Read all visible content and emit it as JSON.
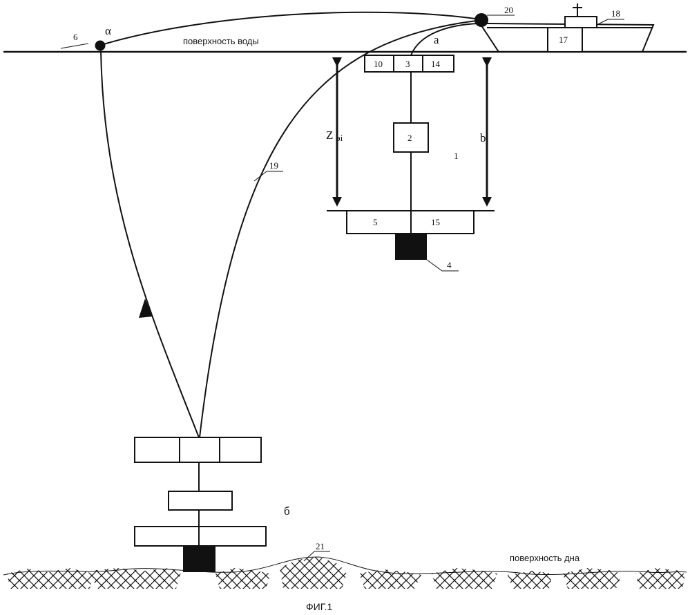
{
  "labels": {
    "water_surface": "поверхность воды",
    "bottom_surface": "поверхность дна",
    "caption": "ФИГ.1",
    "point_alpha": "α",
    "side_a": "а",
    "side_b": "б",
    "depth_z": "Z",
    "depth_z_sub": "эi",
    "depth_b": "b",
    "n1": "1",
    "n2": "2",
    "n3": "3",
    "n4": "4",
    "n5": "5",
    "n6": "6",
    "n10": "10",
    "n14": "14",
    "n15": "15",
    "n17": "17",
    "n18": "18",
    "n19": "19",
    "n20": "20",
    "n21": "21"
  },
  "colors": {
    "ink": "#111111",
    "background": "#ffffff"
  }
}
